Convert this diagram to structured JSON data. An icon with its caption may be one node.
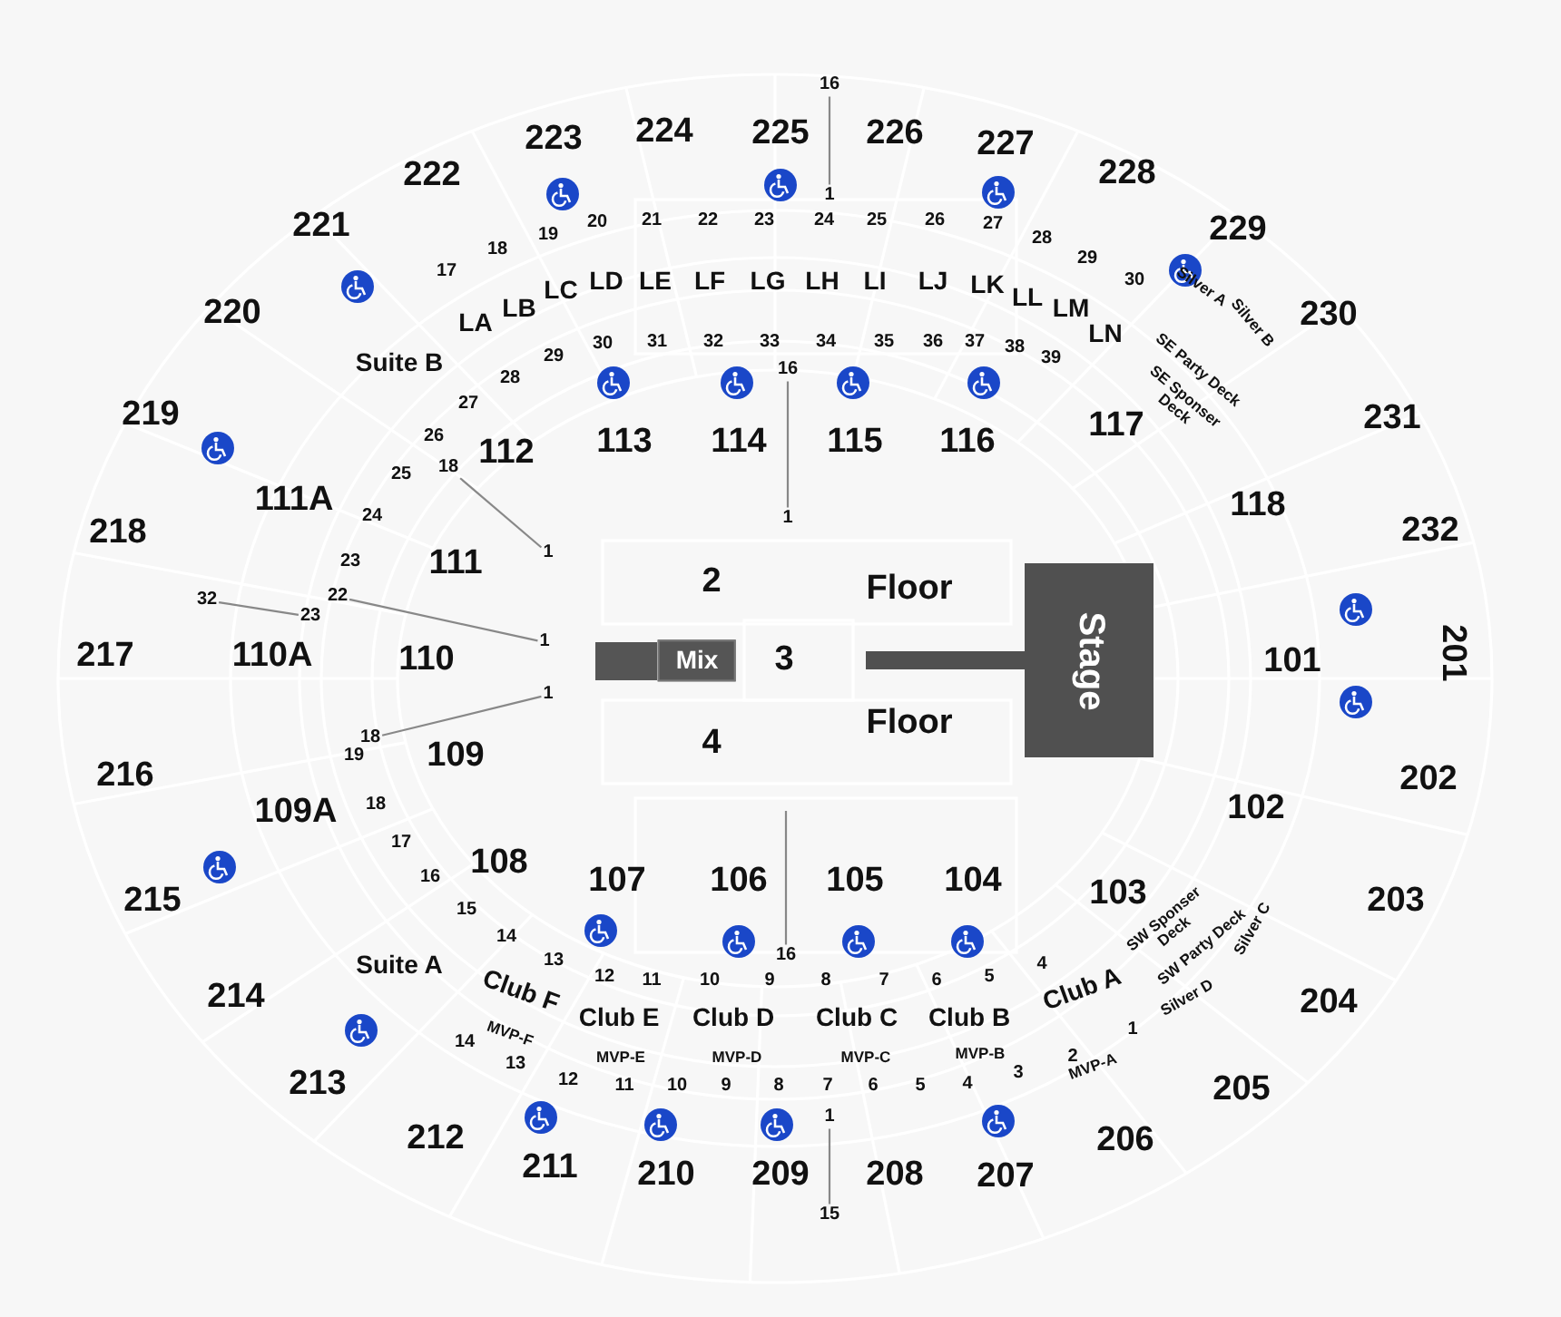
{
  "diagram": {
    "nodes": [
      {
        "text": [
          "16"
        ]
      },
      {
        "text": [
          "223"
        ]
      },
      {
        "text": [
          "224"
        ]
      },
      {
        "text": [
          "225"
        ]
      },
      {
        "text": [
          "226"
        ]
      },
      {
        "text": [
          "227"
        ]
      },
      {
        "text": [
          "222"
        ]
      },
      {
        "text": [
          "228"
        ]
      },
      {
        "text": [
          "1"
        ]
      },
      {
        "text": [
          "221"
        ]
      },
      {
        "text": [
          "229"
        ]
      },
      {
        "text": [
          "17"
        ]
      },
      {
        "text": [
          "18"
        ]
      },
      {
        "text": [
          "19"
        ]
      },
      {
        "text": [
          "20"
        ]
      },
      {
        "text": [
          "21"
        ]
      },
      {
        "text": [
          "22"
        ]
      },
      {
        "text": [
          "23"
        ]
      },
      {
        "text": [
          "24"
        ]
      },
      {
        "text": [
          "25"
        ]
      },
      {
        "text": [
          "26"
        ]
      },
      {
        "text": [
          "27"
        ]
      },
      {
        "text": [
          "28"
        ]
      },
      {
        "text": [
          "29"
        ]
      },
      {
        "text": [
          "30"
        ]
      },
      {
        "text": [
          "220"
        ]
      },
      {
        "text": [
          "230"
        ]
      },
      {
        "text": [
          "LA"
        ]
      },
      {
        "text": [
          "LB"
        ]
      },
      {
        "text": [
          "LC"
        ]
      },
      {
        "text": [
          "LD"
        ]
      },
      {
        "text": [
          "LE"
        ]
      },
      {
        "text": [
          "LF"
        ]
      },
      {
        "text": [
          "LG"
        ]
      },
      {
        "text": [
          "LH"
        ]
      },
      {
        "text": [
          "LI"
        ]
      },
      {
        "text": [
          "LJ"
        ]
      },
      {
        "text": [
          "LK"
        ]
      },
      {
        "text": [
          "LL"
        ]
      },
      {
        "text": [
          "LM"
        ]
      },
      {
        "text": [
          "LN"
        ]
      },
      {
        "text": [
          "Suite B"
        ]
      },
      {
        "text": [
          "Silver A"
        ]
      },
      {
        "text": [
          "Silver B"
        ]
      },
      {
        "text": [
          "SE Party Deck"
        ]
      },
      {
        "text": [
          "SE Sponser Deck"
        ]
      },
      {
        "text": [
          "29"
        ]
      },
      {
        "text": [
          "28"
        ]
      },
      {
        "text": [
          "27"
        ]
      },
      {
        "text": [
          "26"
        ]
      },
      {
        "text": [
          "25"
        ]
      },
      {
        "text": [
          "24"
        ]
      },
      {
        "text": [
          "23"
        ]
      },
      {
        "text": [
          "30"
        ]
      },
      {
        "text": [
          "31"
        ]
      },
      {
        "text": [
          "32"
        ]
      },
      {
        "text": [
          "33"
        ]
      },
      {
        "text": [
          "34"
        ]
      },
      {
        "text": [
          "35"
        ]
      },
      {
        "text": [
          "36"
        ]
      },
      {
        "text": [
          "37"
        ]
      },
      {
        "text": [
          "38"
        ]
      },
      {
        "text": [
          "39"
        ]
      },
      {
        "text": [
          "16"
        ]
      },
      {
        "text": [
          "219"
        ]
      },
      {
        "text": [
          "231"
        ]
      },
      {
        "text": [
          "117"
        ]
      },
      {
        "text": [
          "113"
        ]
      },
      {
        "text": [
          "114"
        ]
      },
      {
        "text": [
          "115"
        ]
      },
      {
        "text": [
          "116"
        ]
      },
      {
        "text": [
          "112"
        ]
      },
      {
        "text": [
          "18"
        ]
      },
      {
        "text": [
          "111A"
        ]
      },
      {
        "text": [
          "118"
        ]
      },
      {
        "text": [
          "1"
        ]
      },
      {
        "text": [
          "232"
        ]
      },
      {
        "text": [
          "218"
        ]
      },
      {
        "text": [
          "1"
        ]
      },
      {
        "text": [
          "111"
        ]
      },
      {
        "text": [
          "2"
        ]
      },
      {
        "text": [
          "Floor"
        ]
      },
      {
        "text": [
          "22"
        ]
      },
      {
        "text": [
          "32"
        ]
      },
      {
        "text": [
          "23"
        ]
      },
      {
        "text": [
          "1"
        ]
      },
      {
        "text": [
          "217"
        ]
      },
      {
        "text": [
          "110A"
        ]
      },
      {
        "text": [
          "110"
        ]
      },
      {
        "text": [
          "Mix"
        ]
      },
      {
        "text": [
          "3"
        ]
      },
      {
        "text": [
          "Stage"
        ]
      },
      {
        "text": [
          "101"
        ]
      },
      {
        "text": [
          "201"
        ]
      },
      {
        "text": [
          "1"
        ]
      },
      {
        "text": [
          "Floor"
        ]
      },
      {
        "text": [
          "18"
        ]
      },
      {
        "text": [
          "4"
        ]
      },
      {
        "text": [
          "19"
        ]
      },
      {
        "text": [
          "109"
        ]
      },
      {
        "text": [
          "216"
        ]
      },
      {
        "text": [
          "202"
        ]
      },
      {
        "text": [
          "18"
        ]
      },
      {
        "text": [
          "102"
        ]
      },
      {
        "text": [
          "109A"
        ]
      },
      {
        "text": [
          "17"
        ]
      },
      {
        "text": [
          "108"
        ]
      },
      {
        "text": [
          "107"
        ]
      },
      {
        "text": [
          "106"
        ]
      },
      {
        "text": [
          "105"
        ]
      },
      {
        "text": [
          "104"
        ]
      },
      {
        "text": [
          "16"
        ]
      },
      {
        "text": [
          "103"
        ]
      },
      {
        "text": [
          "215"
        ]
      },
      {
        "text": [
          "203"
        ]
      },
      {
        "text": [
          "15"
        ]
      },
      {
        "text": [
          "SW Sponser Deck"
        ]
      },
      {
        "text": [
          "SW Party Deck"
        ]
      },
      {
        "text": [
          "Silver C"
        ]
      },
      {
        "text": [
          "14"
        ]
      },
      {
        "text": [
          "16"
        ]
      },
      {
        "text": [
          "13"
        ]
      },
      {
        "text": [
          "Suite A"
        ]
      },
      {
        "text": [
          "12"
        ]
      },
      {
        "text": [
          "11"
        ]
      },
      {
        "text": [
          "10"
        ]
      },
      {
        "text": [
          "9"
        ]
      },
      {
        "text": [
          "8"
        ]
      },
      {
        "text": [
          "7"
        ]
      },
      {
        "text": [
          "6"
        ]
      },
      {
        "text": [
          "5"
        ]
      },
      {
        "text": [
          "4"
        ]
      },
      {
        "text": [
          "Club F"
        ]
      },
      {
        "text": [
          "Club A"
        ]
      },
      {
        "text": [
          "Silver D"
        ]
      },
      {
        "text": [
          "214"
        ]
      },
      {
        "text": [
          "204"
        ]
      },
      {
        "text": [
          "Club E"
        ]
      },
      {
        "text": [
          "Club D"
        ]
      },
      {
        "text": [
          "Club C"
        ]
      },
      {
        "text": [
          "Club B"
        ]
      },
      {
        "text": [
          "1"
        ]
      },
      {
        "text": [
          "MVP-F"
        ]
      },
      {
        "text": [
          "14"
        ]
      },
      {
        "text": [
          "MVP-E"
        ]
      },
      {
        "text": [
          "MVP-D"
        ]
      },
      {
        "text": [
          "MVP-C"
        ]
      },
      {
        "text": [
          "MVP-B"
        ]
      },
      {
        "text": [
          "MVP-A"
        ]
      },
      {
        "text": [
          "2"
        ]
      },
      {
        "text": [
          "13"
        ]
      },
      {
        "text": [
          "3"
        ]
      },
      {
        "text": [
          "12"
        ]
      },
      {
        "text": [
          "11"
        ]
      },
      {
        "text": [
          "10"
        ]
      },
      {
        "text": [
          "9"
        ]
      },
      {
        "text": [
          "8"
        ]
      },
      {
        "text": [
          "7"
        ]
      },
      {
        "text": [
          "6"
        ]
      },
      {
        "text": [
          "5"
        ]
      },
      {
        "text": [
          "4"
        ]
      },
      {
        "text": [
          "213"
        ]
      },
      {
        "text": [
          "205"
        ]
      },
      {
        "text": [
          "1"
        ]
      },
      {
        "text": [
          "212"
        ]
      },
      {
        "text": [
          "206"
        ]
      },
      {
        "text": [
          "211"
        ]
      },
      {
        "text": [
          "210"
        ]
      },
      {
        "text": [
          "209"
        ]
      },
      {
        "text": [
          "208"
        ]
      },
      {
        "text": [
          "207"
        ]
      },
      {
        "text": [
          "15"
        ]
      }
    ],
    "edges": [
      {
        "from": 0,
        "to": 8,
        "arrow": "none"
      },
      {
        "from": 63,
        "to": 75,
        "arrow": "none"
      },
      {
        "from": 72,
        "to": 78,
        "arrow": "none"
      },
      {
        "from": 82,
        "to": 85,
        "arrow": "none"
      },
      {
        "from": 83,
        "to": 84,
        "arrow": "none"
      },
      {
        "from": 96,
        "to": 94,
        "arrow": "none"
      },
      {
        "from": null,
        "to": 120,
        "arrow": "none"
      },
      {
        "from": 163,
        "to": 171,
        "arrow": "none"
      }
    ]
  }
}
